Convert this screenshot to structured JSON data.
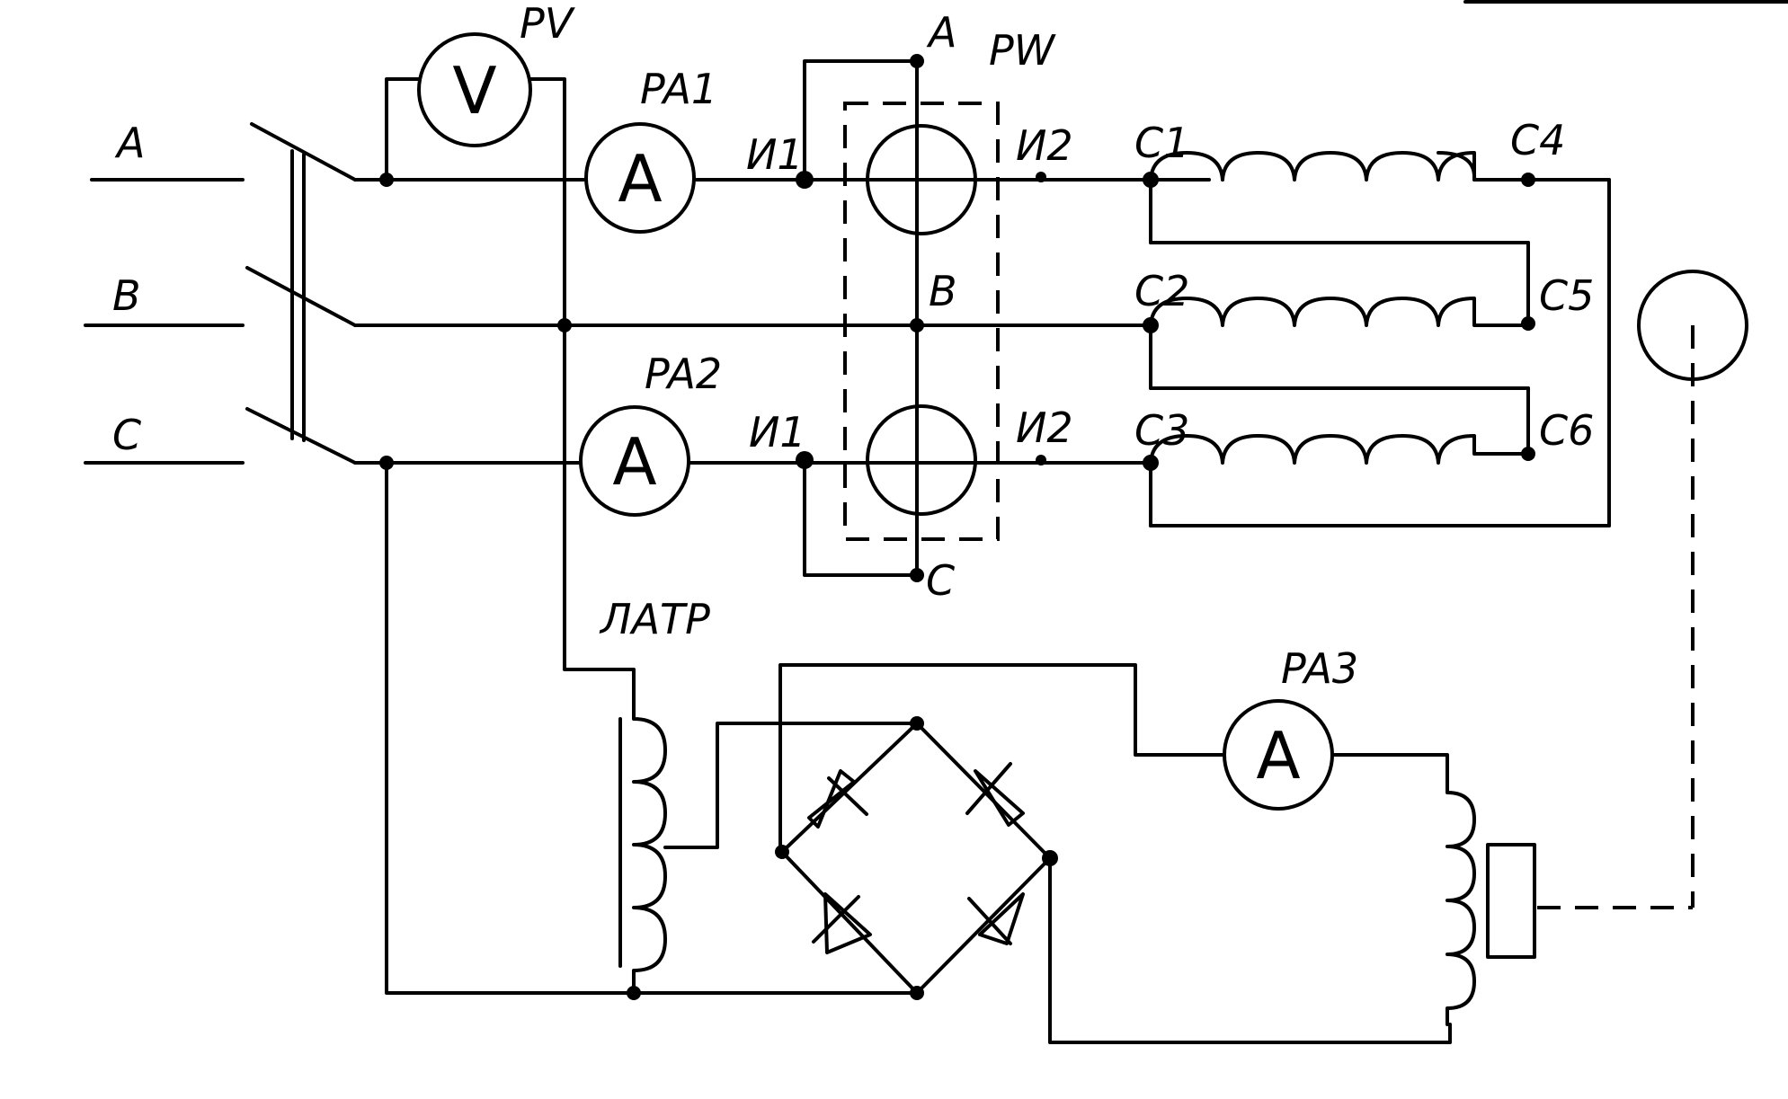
{
  "labels": {
    "phase_a": "A",
    "phase_b": "B",
    "phase_c": "C",
    "pv": "PV",
    "voltmeter_symbol": "V",
    "pa1": "PA1",
    "pa2": "PA2",
    "pa3": "PA3",
    "ammeter_symbol": "A",
    "pw": "PW",
    "pw_a": "A",
    "pw_b": "B",
    "pw_c": "C",
    "i1_top": "И1",
    "i2_top": "И2",
    "i1_bottom": "И1",
    "i2_bottom": "И2",
    "c1": "C1",
    "c2": "C2",
    "c3": "C3",
    "c4": "C4",
    "c5": "C5",
    "c6": "C6",
    "latr": "ЛАТР"
  }
}
